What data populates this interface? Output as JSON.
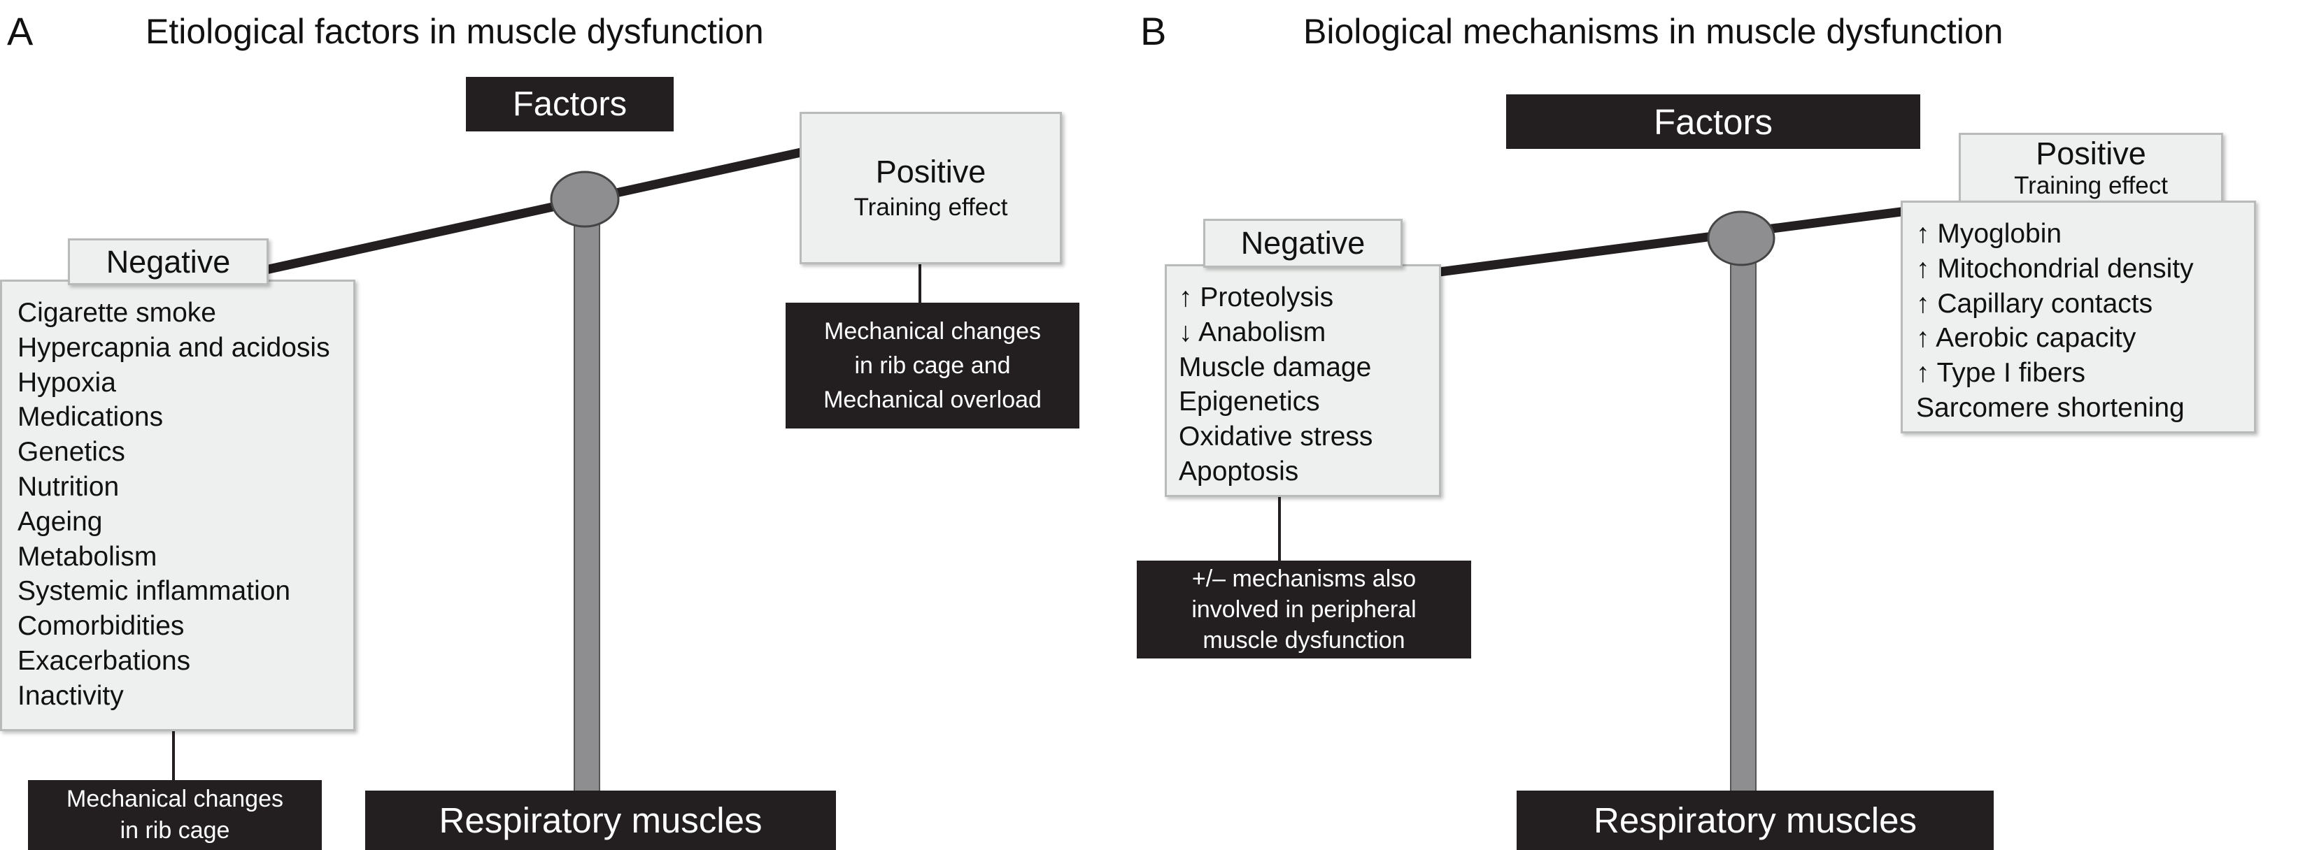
{
  "panel_a": {
    "letter": "A",
    "title": "Etiological factors in muscle dysfunction",
    "factors_label": "Factors",
    "negative": {
      "label": "Negative",
      "items": [
        "Cigarette smoke",
        "Hypercapnia and acidosis",
        "Hypoxia",
        "Medications",
        "Genetics",
        "Nutrition",
        "Ageing",
        "Metabolism",
        "Systemic inflammation",
        "Comorbidities",
        "Exacerbations",
        "Inactivity"
      ],
      "note_lines": [
        "Mechanical changes",
        "in rib cage"
      ]
    },
    "positive": {
      "label": "Positive",
      "sublabel": "Training effect",
      "note_lines": [
        "Mechanical changes",
        "in rib cage and",
        "Mechanical overload"
      ]
    },
    "base_label": "Respiratory muscles"
  },
  "panel_b": {
    "letter": "B",
    "title": "Biological mechanisms in muscle dysfunction",
    "factors_label": "Factors",
    "negative": {
      "label": "Negative",
      "items": [
        "↑ Proteolysis",
        "↓ Anabolism",
        "Muscle damage",
        "Epigenetics",
        "Oxidative stress",
        "Apoptosis"
      ],
      "note_lines": [
        "+/– mechanisms also",
        "involved in peripheral",
        "muscle dysfunction"
      ]
    },
    "positive": {
      "label": "Positive",
      "sublabel": "Training effect",
      "items": [
        "↑ Myoglobin",
        "↑ Mitochondrial density",
        "↑ Capillary contacts",
        "↑ Aerobic capacity",
        "↑ Type I fibers",
        "Sarcomere shortening"
      ]
    },
    "base_label": "Respiratory muscles"
  },
  "colors": {
    "dark_box": "#231f20",
    "light_box": "#eef0ef",
    "pivot": "#8e8e90",
    "beam": "#231f20"
  }
}
